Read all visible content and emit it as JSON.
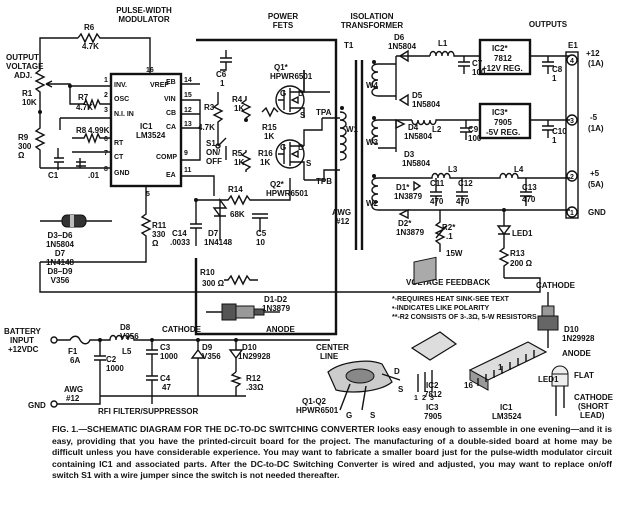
{
  "sections": {
    "pwm": [
      "PULSE-WIDTH",
      "MODULATOR"
    ],
    "fets": [
      "POWER",
      "FETS"
    ],
    "transformer": [
      "ISOLATION",
      "TRANSFORMER"
    ],
    "outputs": "OUTPUTS",
    "filter": "RFI FILTER/SUPPRESSOR",
    "feedback": "VOLTAGE FEEDBACK"
  },
  "ic1": {
    "ref": "IC1",
    "part": "LM3524",
    "pins": [
      "INV.",
      "OSC",
      "N.I. IN",
      "RT",
      "CT",
      "GND",
      "VREF",
      "EB",
      "VIN",
      "CB",
      "CA",
      "COMP",
      "EA"
    ],
    "pin_numbers": [
      "1",
      "2",
      "3",
      "6",
      "7",
      "8",
      "16",
      "14",
      "15",
      "12",
      "13",
      "9",
      "11",
      "5"
    ]
  },
  "parts": {
    "r6": [
      "R6",
      "4.7K"
    ],
    "r1": [
      "R1",
      "10K"
    ],
    "r7": [
      "R7",
      "4.7K"
    ],
    "r8": [
      "R8",
      "4.99K"
    ],
    "r9": [
      "R9",
      "300",
      "Ω"
    ],
    "c1": [
      "C1",
      ".01"
    ],
    "r3": [
      "R3",
      "4.7K"
    ],
    "r4": [
      "R4",
      "1K"
    ],
    "r15": [
      "R15",
      "1K"
    ],
    "r5": [
      "R5",
      "1K"
    ],
    "r16": [
      "R16",
      "1K"
    ],
    "c6": [
      "C6",
      "1"
    ],
    "s1": [
      "S1",
      "ON/",
      "OFF"
    ],
    "q1": [
      "Q1*",
      "HPWR6501"
    ],
    "q2": [
      "Q2*",
      "HPWR6501"
    ],
    "r14": [
      "R14",
      "68K"
    ],
    "d7": [
      "D7",
      "1N4148"
    ],
    "c5": [
      "C5",
      "10"
    ],
    "c14": [
      "C14",
      ".0033"
    ],
    "r11": [
      "R11",
      "330",
      "Ω"
    ],
    "r10": [
      "R10",
      "300 Ω"
    ],
    "t1": "T1",
    "tpa": "TPA",
    "tpb": "TPB",
    "awg": [
      "AWG",
      "#12"
    ],
    "w": [
      "W1",
      "W2",
      "W3",
      "W4"
    ],
    "d6": [
      "D6",
      "1N5804"
    ],
    "d5": [
      "D5",
      "1N5804"
    ],
    "d4": [
      "D4",
      "1N5804"
    ],
    "d3": [
      "D3",
      "1N5804"
    ],
    "d1": [
      "D1*",
      "1N3879"
    ],
    "d2": [
      "D2*",
      "1N3879"
    ],
    "l1": "L1",
    "l2": "L2",
    "l3": "L3",
    "l4": "L4",
    "c7": [
      "C7",
      "100"
    ],
    "c8": [
      "C8",
      "1"
    ],
    "c9": [
      "C9",
      "100"
    ],
    "c10": [
      "C10",
      "1"
    ],
    "c11": [
      "C11",
      "470"
    ],
    "c12": [
      "C12",
      "470"
    ],
    "c13": [
      "C13",
      "470"
    ],
    "ic2": [
      "IC2*",
      "7812",
      "+12V REG."
    ],
    "ic3": [
      "IC3*",
      "7905",
      "-5V REG."
    ],
    "r2": [
      "R2*",
      ".1",
      "15W"
    ],
    "r13": [
      "R13",
      "200 Ω"
    ],
    "led1": "LED1",
    "e1": "E1",
    "outputs": [
      {
        "num": "4",
        "label": "+12",
        "sub": "(1A)"
      },
      {
        "num": "3",
        "label": "-5",
        "sub": "(1A)"
      },
      {
        "num": "2",
        "label": "+5",
        "sub": "(5A)"
      },
      {
        "num": "1",
        "label": "GND",
        "sub": ""
      }
    ],
    "battery": [
      "BATTERY",
      "INPUT",
      "+12VDC"
    ],
    "f1": [
      "F1",
      "6A"
    ],
    "c2": [
      "C2",
      "1000"
    ],
    "d8": [
      "D8",
      "V356"
    ],
    "l5": "L5",
    "c3": [
      "C3",
      "1000"
    ],
    "c4": [
      "C4",
      "47"
    ],
    "d9": [
      "D9",
      "V356"
    ],
    "d10": [
      "D10",
      "1N29928"
    ],
    "r12": [
      "R12",
      ".33Ω"
    ],
    "gnd": "GND",
    "awg2": [
      "AWG",
      "#12"
    ]
  },
  "notes": [
    "*-REQUIRES HEAT SINK-SEE TEXT",
    "•-INDICATES LIKE POLARITY",
    "**-R2 CONSISTS OF 3-.3Ω, 5-W RESISTORS"
  ],
  "legends": {
    "diodes": [
      "D3–D6",
      "1N5804",
      "D7",
      "1N4148",
      "D8–D9",
      "V356"
    ],
    "d1d2": [
      "D1-D2",
      "1N3879"
    ],
    "cathode": "CATHODE",
    "anode": "ANODE",
    "center_line": [
      "CENTER",
      "LINE"
    ],
    "q1q2": [
      "Q1-Q2",
      "HPWR6501"
    ],
    "fet_pins": [
      "D",
      "S",
      "G",
      "S"
    ],
    "ic2": [
      "IC2",
      "7812"
    ],
    "ic3": [
      "IC3",
      "7905"
    ],
    "ic1": [
      "IC1",
      "LM3524"
    ],
    "pin1": "1",
    "pin16": "16",
    "reg_pins": [
      "1",
      "2",
      "3"
    ],
    "d10": [
      "D10",
      "1N29928"
    ],
    "led1": "LED1",
    "flat": "FLAT",
    "led_cathode": [
      "CATHODE",
      "(SHORT",
      "LEAD)"
    ]
  },
  "caption": "FIG. 1.—SCHEMATIC DIAGRAM FOR THE DC-TO-DC SWITCHING CONVERTER looks easy enough to assemble in one evening—and it is easy, providing that you have the printed-circuit board for the project. The manufacturing of a double-sided board at home may be difficult unless you have considerable experience. You may want to fabricate a smaller board just for the pulse-width modulator circuit containing IC1 and associated parts. After the DC-to-DC Switching Converter is wired and adjusted, you may want to replace on/off switch S1 with a wire jumper since the switch is not needed thereafter."
}
